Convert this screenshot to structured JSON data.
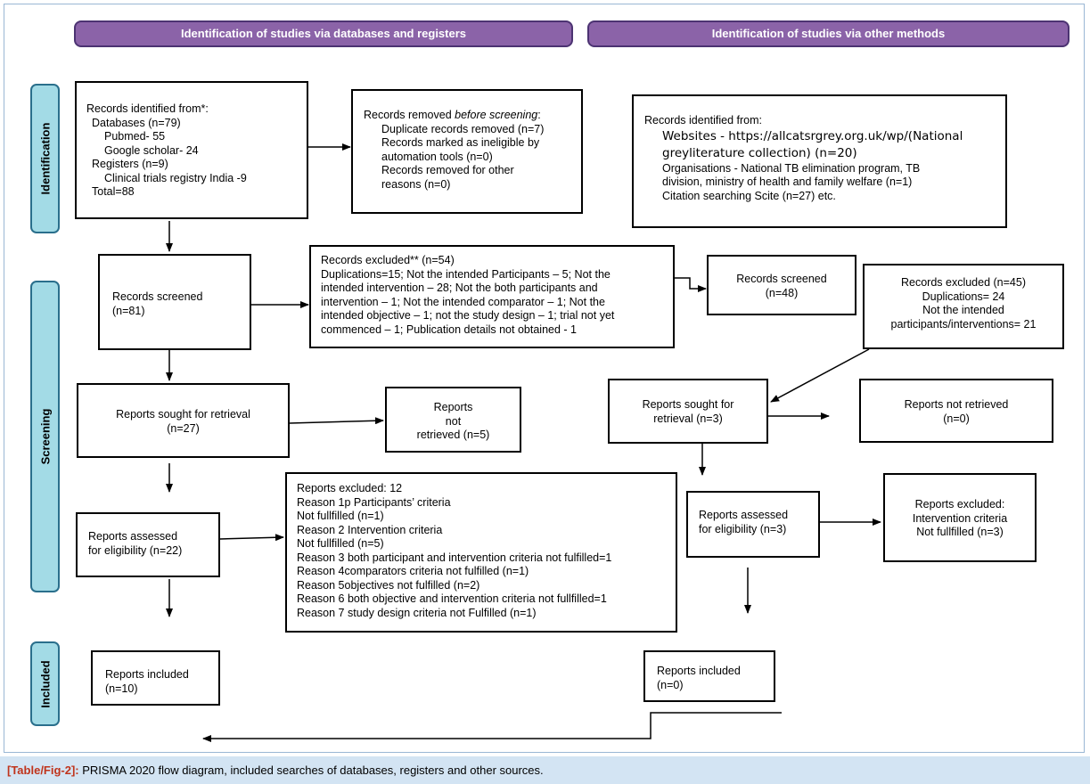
{
  "headers": {
    "left": "Identification of studies via databases and registers",
    "right": "Identification of studies via other methods"
  },
  "stages": {
    "identification": "Identification",
    "screening": "Screening",
    "included": "Included"
  },
  "boxes": {
    "records_identified": [
      "Records identified from*:",
      "Databases (n=79)",
      "Pubmed- 55",
      "Google scholar- 24",
      "Registers (n=9)",
      "Clinical trials registry India -9",
      "Total=88"
    ],
    "records_removed": {
      "title_prefix": "Records removed ",
      "title_emph": "before screening",
      "title_suffix": ":",
      "lines": [
        "Duplicate records removed (n=7)",
        "Records marked as ineligible by",
        "automation tools (n=0)",
        "Records removed for other",
        "reasons (n=0)"
      ]
    },
    "other_identified": [
      "Records identified from:",
      "Websites - https://allcatsrgrey.org.uk/wp/(National",
      "greyliterature collection) (n=20)",
      "Organisations - National TB elimination program, TB",
      "division, ministry of health and family welfare (n=1)",
      "Citation searching  Scite (n=27) etc."
    ],
    "records_screened_left": [
      "Records screened",
      "(n=81)"
    ],
    "records_excluded_left": [
      "Records excluded** (n=54)",
      "Duplications=15; Not the intended Participants – 5; Not the",
      "intended intervention – 28; Not the both participants and",
      "intervention – 1; Not the intended comparator – 1; Not the",
      "intended objective – 1; not the study design – 1; trial not yet",
      "commenced – 1; Publication details not obtained - 1"
    ],
    "records_screened_right": [
      "Records screened",
      "(n=48)"
    ],
    "records_excluded_right": [
      "Records excluded (n=45)",
      "Duplications= 24",
      "Not the intended",
      "participants/interventions= 21"
    ],
    "sought_left": [
      "Reports sought for retrieval",
      "(n=27)"
    ],
    "not_retrieved_left": [
      "Reports",
      "not",
      "retrieved (n=5)"
    ],
    "sought_right": [
      "Reports sought for",
      "retrieval (n=3)"
    ],
    "not_retrieved_right": [
      "Reports not retrieved",
      "(n=0)"
    ],
    "assessed_left": [
      "Reports assessed",
      "for eligibility (n=22)"
    ],
    "excluded_reports_left": [
      "Reports excluded: 12",
      "Reason 1p Participants’ criteria",
      "Not fullfilled (n=1)",
      "Reason 2 Intervention criteria",
      "Not fullfilled (n=5)",
      "Reason 3 both participant and intervention criteria not fulfilled=1",
      "Reason 4comparators criteria not fulfilled (n=1)",
      "Reason 5objectives not fulfilled (n=2)",
      "Reason 6 both objective and intervention criteria not fullfilled=1",
      "Reason 7 study design criteria not Fulfilled (n=1)"
    ],
    "assessed_right": [
      "Reports assessed",
      "for eligibility (n=3)"
    ],
    "excluded_reports_right": [
      "Reports excluded:",
      "Intervention criteria",
      "Not fullfilled (n=3)"
    ],
    "included_left": [
      "Reports included",
      "(n=10)"
    ],
    "included_right": [
      "Reports included",
      "(n=0)"
    ]
  },
  "caption": {
    "label": "[Table/Fig-2]:",
    "text": " PRISMA 2020 flow diagram, included searches of databases, registers and other sources."
  }
}
